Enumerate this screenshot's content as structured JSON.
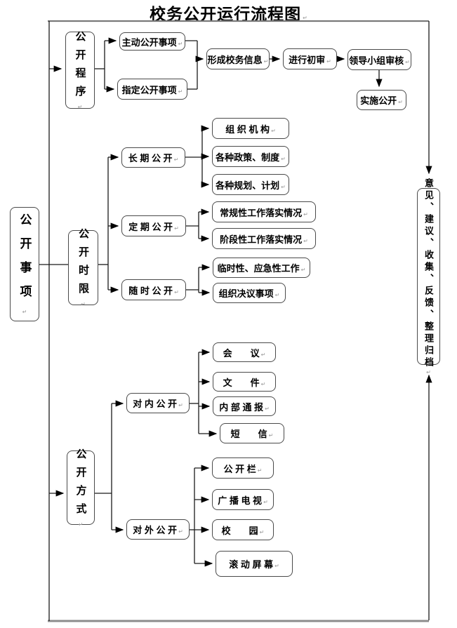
{
  "title": "校务公开运行流程图",
  "colors": {
    "line": "#1a1a1a",
    "box_border": "#4a4a4a",
    "frame_line": "#8c8c8c",
    "text": "#000000"
  },
  "nodes": {
    "root": "公开事项",
    "procedure": "公开程序",
    "active": "主动公开事项",
    "designated": "指定公开事项",
    "form_info": "形成校务信息",
    "initial_review": "进行初审",
    "leader_review": "领导小组审核",
    "implement": "实施公开",
    "timeline": "公开时限",
    "longterm": "长 期 公 开",
    "org": "组 织 机 构",
    "policies": "各种政策、制度",
    "plans": "各种规划、计划",
    "periodic": "定 期 公 开",
    "regular_work": "常规性工作落实情况",
    "stage_work": "阶段性工作落实情况",
    "anytime": "随 时 公 开",
    "temp_work": "临时性、应急性工作",
    "resolutions": "组织决议事项",
    "methods": "公开方式",
    "internal": "对 内 公 开",
    "meeting": "会　　议",
    "document": "文　　件",
    "bulletin": "内 部 通 报",
    "sms": "短　　信",
    "external": "对 外 公 开",
    "board": "公 开 栏",
    "tv": "广 播 电 视",
    "campus": "校　　园",
    "screen": "滚 动 屏 幕",
    "feedback": "意见、建议、收集、反馈、整理归档"
  }
}
